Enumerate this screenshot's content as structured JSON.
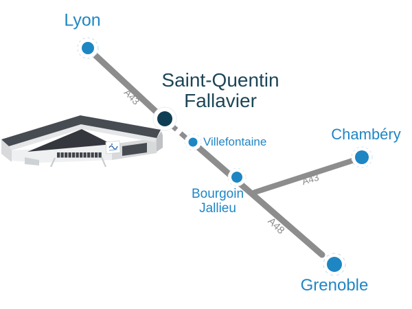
{
  "map": {
    "cities": [
      {
        "id": "lyon",
        "label": "Lyon"
      },
      {
        "id": "saint-quentin-fallavier",
        "label_line1": "Saint-Quentin",
        "label_line2": "Fallavier",
        "highlight": true
      },
      {
        "id": "villefontaine",
        "label": "Villefontaine"
      },
      {
        "id": "bourgoin-jallieu",
        "label_line1": "Bourgoin",
        "label_line2": "Jallieu"
      },
      {
        "id": "chambery",
        "label": "Chambéry"
      },
      {
        "id": "grenoble",
        "label": "Grenoble"
      }
    ],
    "road_labels": [
      {
        "id": "a43-lyon-segment",
        "text": "A43"
      },
      {
        "id": "a43-chambery-segment",
        "text": "A43"
      },
      {
        "id": "a48-grenoble-segment",
        "text": "A48"
      }
    ],
    "colors": {
      "city_dot_blue": "#1e86c3",
      "highlight_dot_navy": "#0f3e54",
      "city_label_blue": "#1f86c4",
      "highlight_label_navy": "#1d4557",
      "road_gray": "#8d8d8d"
    }
  },
  "building": {
    "illustration": "warehouse-building",
    "logo_sign": "blue-logo-sign"
  }
}
